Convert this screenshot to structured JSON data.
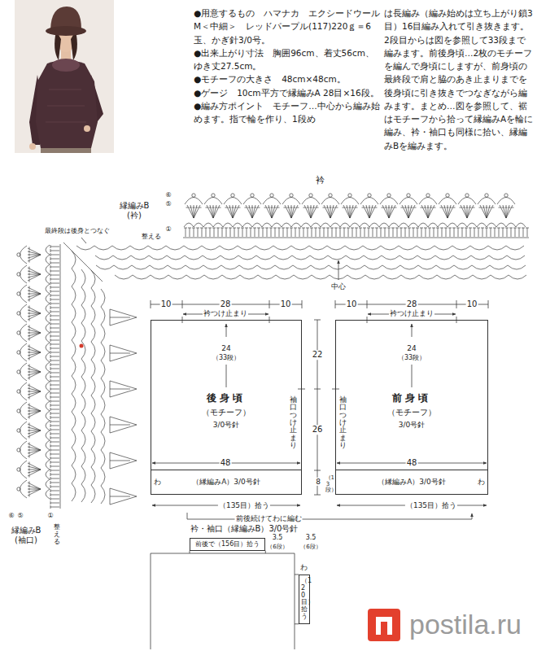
{
  "diagram": {
    "nodes": [
      {
        "text": [
          "後身頃",
          "（モチーフ）",
          "3/0号針"
        ]
      },
      {
        "text": [
          "（縁編みA）3/0号針"
        ],
        "in": 0
      },
      {
        "text": [
          "前身頃",
          "（モチーフ）",
          "3/0号針"
        ]
      },
      {
        "text": [
          "（縁編みA）3/0号針"
        ],
        "in": 2
      },
      {
        "text": [
          "前後で（156目）拾う"
        ]
      },
      {
        "text": [
          "（120目）拾う"
        ]
      }
    ],
    "labels": [
      "●用意するもの　ハマナカ　エクシードウールM＜中細＞　レッドパープル(117)220ｇ＝6玉、かぎ針3/0号。",
      "●出来上がり寸法　胸囲96cm、着丈56cm、ゆき丈27.5cm。",
      "●モチーフの大きさ　48cm×48cm。",
      "●ゲージ　10cm平方で縁編みA 28目×16段。",
      "●編み方ポイント　モチーフ…中心から編み始めます。指で輪を作り、1段め",
      "は長編み（編み始めは立ち上がり鎖3目）16目編み入れて引き抜きます。2段目からは図を参照して33段まで編みます。前後身頃…2枚のモチーフを編んで身頃にしますが、前身頃の最終段で肩と脇のあき止まりまでを後身頃に引き抜きでつなぎながら編みます。まとめ…図を参照して、裾はモチーフから拾って縁編みAを輪に編み、衿・袖口も同様に拾い、縁編みBを編みます。",
      "衿",
      "⑥",
      "⑤",
      "縁編みB (衿)",
      "①",
      "整える",
      "最終段は後身とつなぐ",
      "中心",
      "⑥",
      "⑤",
      "①",
      "縁編みB (袖口)",
      "整える",
      "10",
      "28",
      "10",
      "衿つけ止まり",
      "24",
      "（33段）",
      "22",
      "26",
      "袖口つけ止まり",
      "48",
      "わ",
      "（135目）拾う",
      "8",
      "（13段）",
      "前後続けてわに編む",
      "10",
      "28",
      "10",
      "衿つけ止まり",
      "24",
      "（33段）",
      "袖口つけ止まり",
      "48",
      "わ",
      "（135目）拾う",
      "衿・袖口（縁編みB）3/0号針",
      "3.5",
      "（6段）",
      "3.5",
      "（6段）",
      "わ",
      "postila.ru"
    ]
  }
}
